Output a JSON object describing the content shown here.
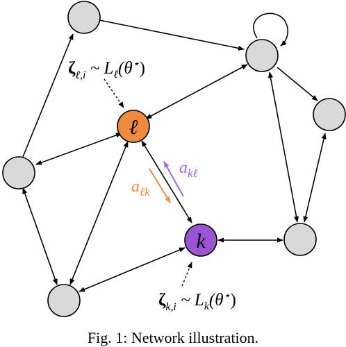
{
  "nodes": {
    "l_label": "ℓ",
    "k_label": "k"
  },
  "edge_labels": {
    "a_lk": {
      "base": "a",
      "sub": "ℓk"
    },
    "a_kl": {
      "base": "a",
      "sub": "kℓ"
    }
  },
  "annotations": {
    "zeta_l": {
      "greek": "ζ",
      "sub": "ℓ,i",
      "rest": " ~ L",
      "rest_sub": "ℓ",
      "tail": "(θ",
      "sup": "⋆",
      "close": ")"
    },
    "zeta_k": {
      "greek": "ζ",
      "sub": "k,i",
      "rest": " ~ L",
      "rest_sub": "k",
      "tail": "(θ",
      "sup": "⋆",
      "close": ")"
    }
  },
  "caption": "Fig. 1: Network illustration.",
  "colors": {
    "plain_node": "#d9d9d9",
    "node_l": "#f08a3c",
    "node_k": "#9b55d4",
    "label_lk": "#f08a3c",
    "label_kl": "#a066e0"
  }
}
